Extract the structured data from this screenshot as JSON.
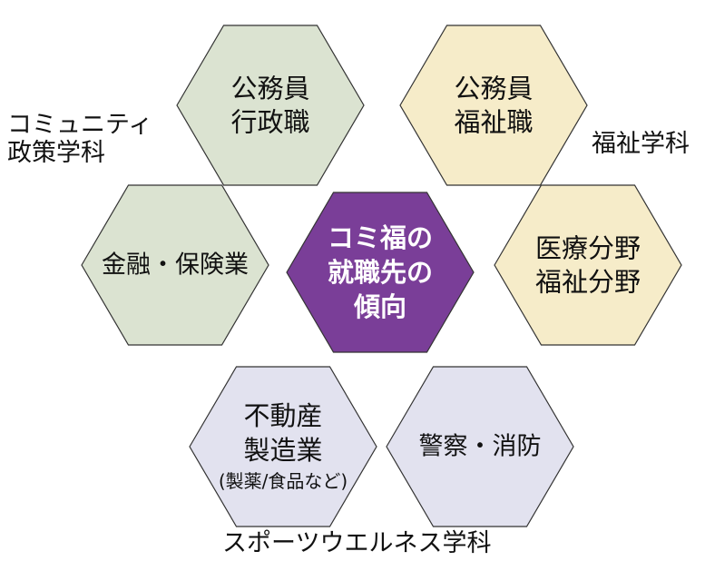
{
  "colors": {
    "green_fill": "#dbe3d1",
    "yellow_fill": "#f6ecc9",
    "lavender_fill": "#e2e2ef",
    "purple_fill": "#7a3e98",
    "stroke": "#333333",
    "text_dark": "#111111",
    "text_light": "#ffffff"
  },
  "groups": {
    "community_line1": "コミュニティ",
    "community_line2": "政策学科",
    "welfare": "福祉学科",
    "sports": "スポーツウエルネス学科"
  },
  "hexagons": [
    {
      "id": "civil-admin",
      "fill": "green_fill",
      "lines": [
        "公務員",
        "行政職"
      ]
    },
    {
      "id": "civil-welfare",
      "fill": "yellow_fill",
      "lines": [
        "公務員",
        "福祉職"
      ]
    },
    {
      "id": "finance",
      "fill": "green_fill",
      "lines": [
        "金融・保険業"
      ]
    },
    {
      "id": "center",
      "fill": "purple_fill",
      "lines": [
        "コミ福の",
        "就職先の",
        "傾向"
      ]
    },
    {
      "id": "medical-welfare",
      "fill": "yellow_fill",
      "lines": [
        "医療分野",
        "福祉分野"
      ]
    },
    {
      "id": "realestate",
      "fill": "lavender_fill",
      "lines": [
        "不動産",
        "製造業"
      ],
      "note": "(製薬/食品など)"
    },
    {
      "id": "police-fire",
      "fill": "lavender_fill",
      "lines": [
        "警察・消防"
      ]
    }
  ]
}
